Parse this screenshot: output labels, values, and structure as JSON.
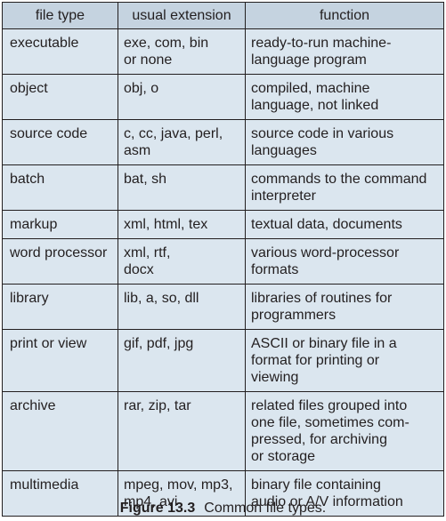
{
  "table": {
    "headers": [
      "file type",
      "usual extension",
      "function"
    ],
    "rows": [
      {
        "file_type": "executable",
        "extension": "exe, com, bin\nor none",
        "function": "ready-to-run machine-\nlanguage program"
      },
      {
        "file_type": "object",
        "extension": "obj, o",
        "function": "compiled, machine\nlanguage, not linked"
      },
      {
        "file_type": "source code",
        "extension": "c, cc, java, perl,\nasm",
        "function": "source code in various\nlanguages"
      },
      {
        "file_type": "batch",
        "extension": "bat, sh",
        "function": "commands to the command\ninterpreter"
      },
      {
        "file_type": "markup",
        "extension": "xml, html, tex",
        "function": "textual data, documents"
      },
      {
        "file_type": "word processor",
        "extension": "xml, rtf,\ndocx",
        "function": "various word-processor\nformats"
      },
      {
        "file_type": "library",
        "extension": "lib, a, so, dll",
        "function": "libraries of routines for\nprogrammers"
      },
      {
        "file_type": "print or view",
        "extension": "gif, pdf, jpg",
        "function": "ASCII or binary file in a\nformat for printing or\nviewing"
      },
      {
        "file_type": "archive",
        "extension": "rar, zip, tar",
        "function": "related files grouped into\none file, sometimes com-\npressed, for archiving\nor storage"
      },
      {
        "file_type": "multimedia",
        "extension": "mpeg, mov, mp3,\nmp4, avi",
        "function": "binary file containing\naudio or A/V information"
      }
    ]
  },
  "caption": {
    "label": "Figure 13.3",
    "text": "Common file types."
  },
  "colors": {
    "header_bg": "#c5d3e0",
    "cell_bg": "#dbe6ef",
    "border": "#231f20",
    "text": "#231f20"
  }
}
